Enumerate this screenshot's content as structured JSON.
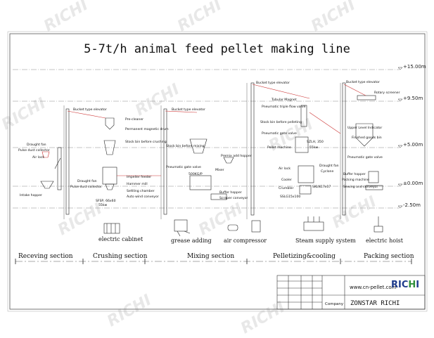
{
  "title": "5-7t/h animal feed pellet making line",
  "levels": [
    "+15.00m",
    "+9.50m",
    "+5.00m",
    "±0.00m",
    "-2.50m"
  ],
  "sections": [
    "Receving section",
    "Crushing section",
    "Mixing section",
    "Pelletizing&cooling",
    "Packing section"
  ],
  "equipment_icons": [
    "electric cabinet",
    "grease adding",
    "air compressor",
    "Steam supply system",
    "electric hoist"
  ],
  "labels": {
    "receiving": [
      "Draught fan",
      "Pulse dust collector",
      "Air lock",
      "Intake hopper"
    ],
    "crushing": [
      "Bucket type elevator",
      "Pre-cleaner",
      "Permanent magnetic drum",
      "Stock bin before crushing",
      "Draught fan",
      "Pulse dust collector",
      "Impeller feeder",
      "Hammer mill",
      "Settling chamber",
      "Auto wind conveyor",
      "SFSP, 66x60",
      "55kw"
    ],
    "mixing": [
      "Bucket type elevator",
      "Stock bin before mixing",
      "Pneumatic gate valve",
      "Mixer",
      "500KG/P",
      "Premix add hopper",
      "Buffer hopper",
      "Scraper conveyor"
    ],
    "pelletizing": [
      "Bucket type elevator",
      "Tubular Magnet",
      "Pneumatic triple flow valve",
      "Stock bin before pelleting",
      "Pneumatic gate valve",
      "Pellet machine",
      "SZLH, 350",
      "55kw",
      "Air lock",
      "Draught fan",
      "Cyclone",
      "Cooler",
      "Crumbler",
      "SKLN17x17",
      "SSLG15x100"
    ],
    "packing": [
      "Bucket type elevator",
      "Rotary screener",
      "Upper Level Indicator",
      "Finished goods bin",
      "Pneumatic gate valve",
      "Buffer hopper",
      "Packing machine",
      "Sewing and conveyor"
    ]
  },
  "title_block": {
    "website": "www.cn-pellet.com",
    "company_key": "Company",
    "company": "ZONSTAR RICHI",
    "logo": "RICHI"
  },
  "watermark": "RICHI"
}
